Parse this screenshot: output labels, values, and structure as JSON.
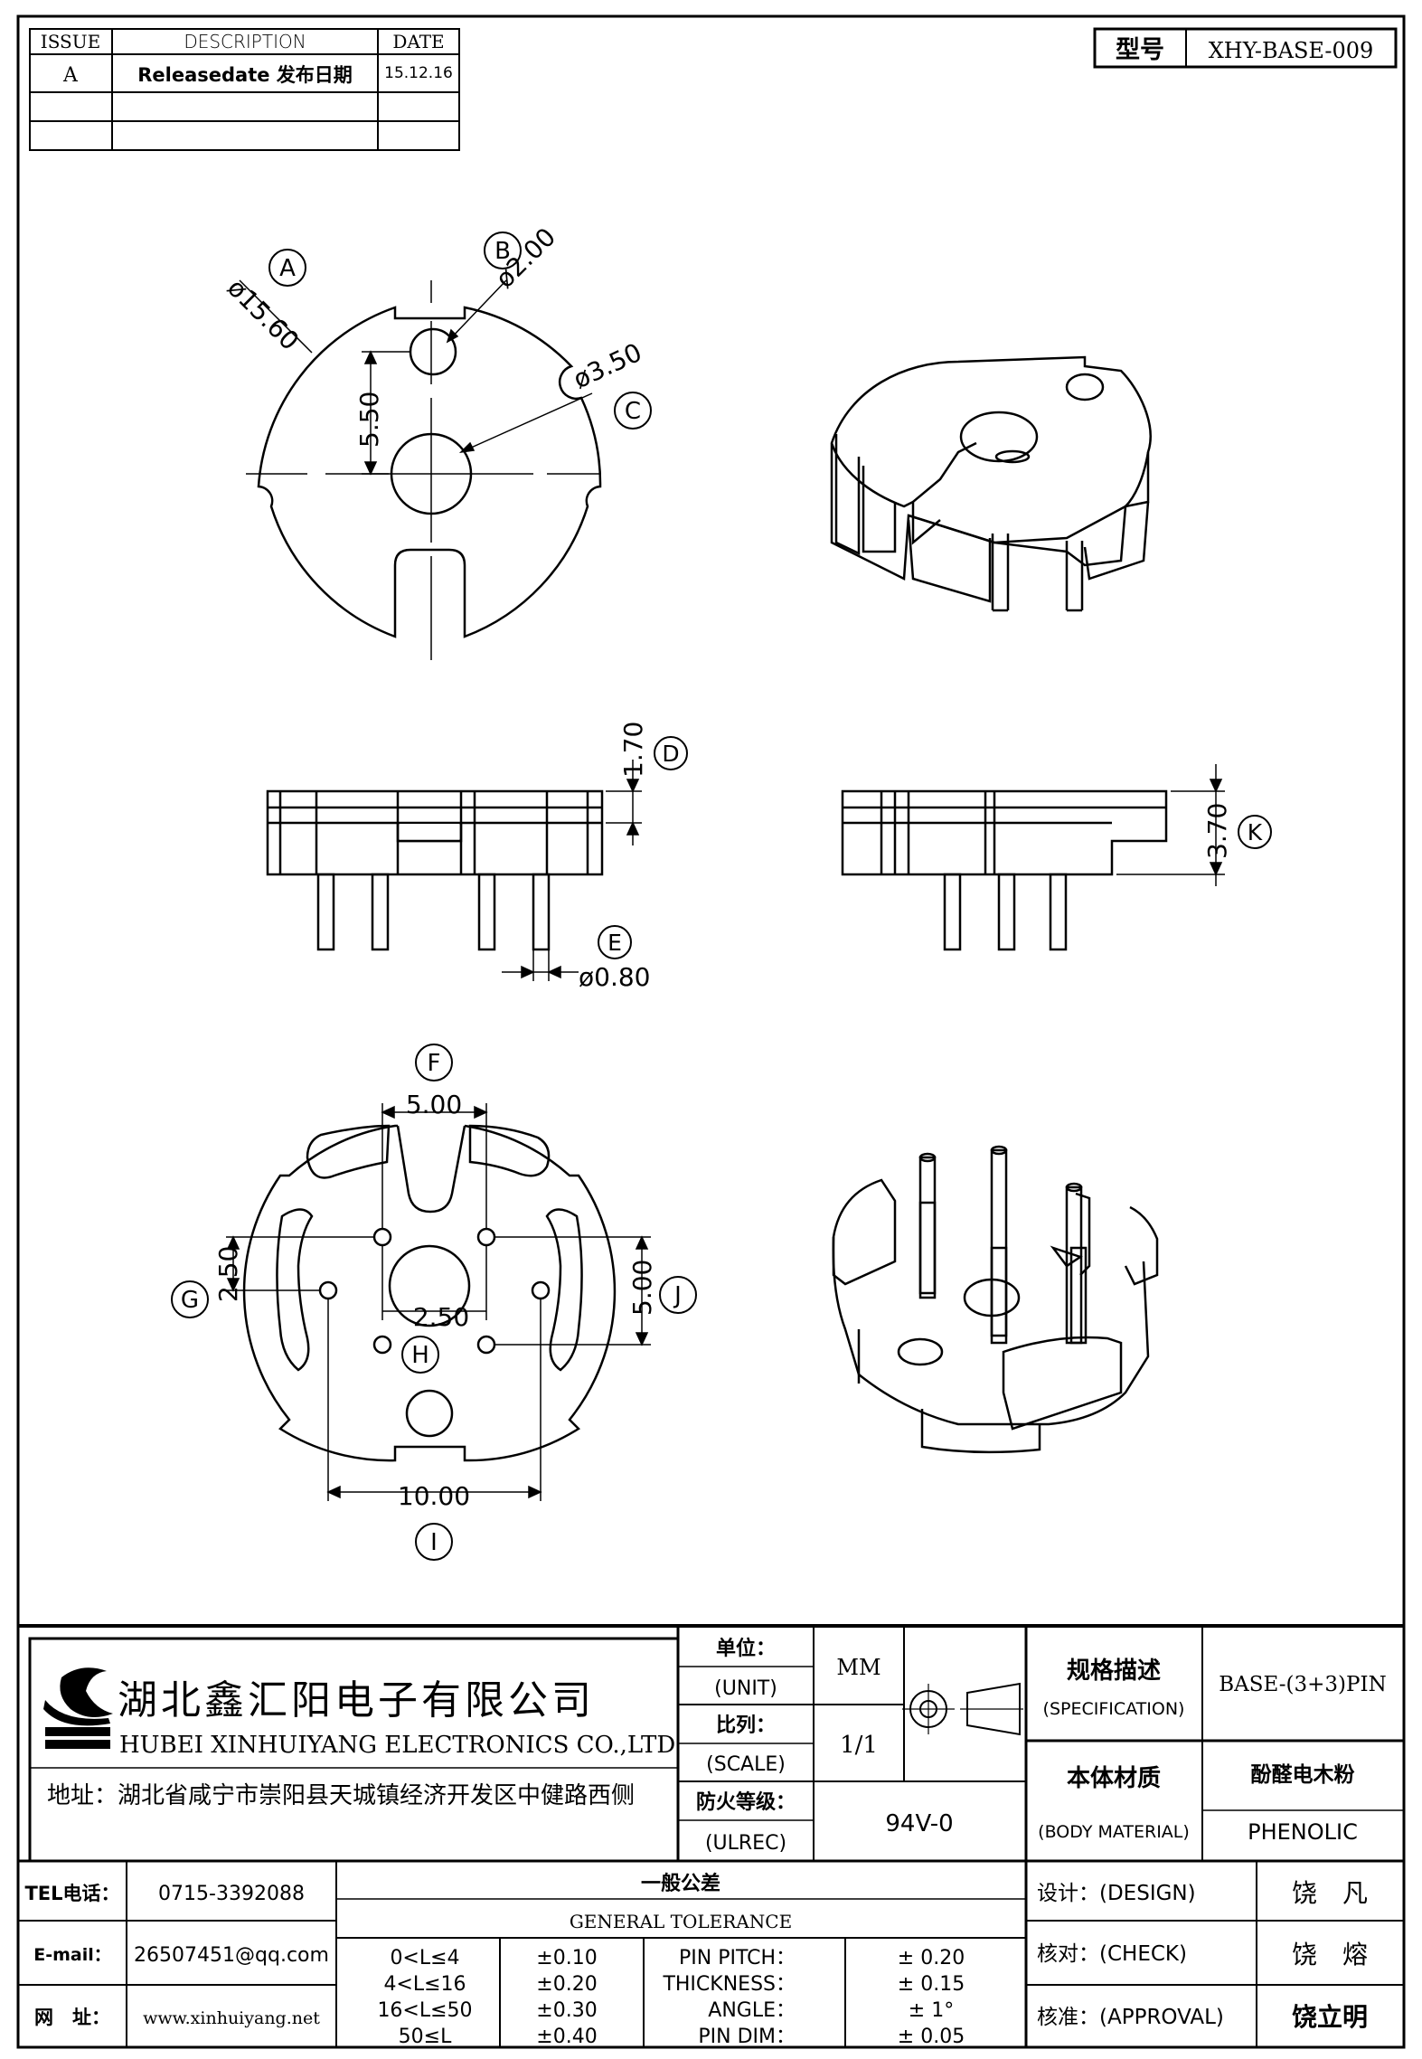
{
  "revision": {
    "headers": [
      "ISSUE",
      "DESCRIPTION",
      "DATE"
    ],
    "rows": [
      [
        "A",
        "Releasedate 发布日期",
        "15.12.16"
      ],
      [
        "",
        "",
        ""
      ],
      [
        "",
        "",
        ""
      ]
    ]
  },
  "model": {
    "label": "型号",
    "value": "XHY-BASE-009"
  },
  "views": {
    "top": {
      "callouts": [
        "A",
        "B",
        "C"
      ],
      "dims": [
        "ø15.60",
        "ø2.00",
        "ø3.50",
        "5.50"
      ]
    },
    "side": {
      "callouts": [
        "D",
        "E",
        "K"
      ],
      "dims": [
        "1.70",
        "ø0.80",
        "3.70"
      ]
    },
    "bottom": {
      "callouts": [
        "F",
        "G",
        "H",
        "I",
        "J"
      ],
      "dims": [
        "5.00",
        "2.50",
        "2.50",
        "5.00",
        "10.00"
      ]
    }
  },
  "company": {
    "name_cn": "湖北鑫汇阳电子有限公司",
    "name_en": "HUBEI XINHUIYANG ELECTRONICS CO.,LTD",
    "address": "地址：湖北省咸宁市崇阳县天城镇经济开发区中健路西侧",
    "tel_label": "TEL电话：",
    "tel": "0715-3392088",
    "email_label": "E-mail：",
    "email": "26507451@qq.com",
    "web_label": "网　址：",
    "web": "www.xinhuiyang.net"
  },
  "titleblock": {
    "unit_cn": "单位：",
    "unit_en": "(UNIT)",
    "unit_value": "MM",
    "scale_cn": "比列：",
    "scale_en": "(SCALE)",
    "scale_value": "1/1",
    "fire_cn": "防火等级：",
    "fire_en": "(ULREC)",
    "fire_value": "94V-0",
    "spec_cn": "规格描述",
    "spec_en": "(SPECIFICATION)",
    "spec_value": "BASE-(3+3)PIN",
    "material_cn": "本体材质",
    "material_en": "(BODY MATERIAL)",
    "material_value_cn": "酚醛电木粉",
    "material_value_en": "PHENOLIC",
    "design_label": "设计：(DESIGN)",
    "design_name": "饶　凡",
    "check_label": "核对：(CHECK)",
    "check_name": "饶　熔",
    "approval_label": "核准：(APPROVAL)",
    "approval_name": "饶立明"
  },
  "tolerance": {
    "title_cn": "一般公差",
    "title_en": "GENERAL TOLERANCE",
    "rows": [
      [
        "0<L≤4",
        "±0.10",
        "PIN PITCH：",
        "±  0.20"
      ],
      [
        "4<L≤16",
        "±0.20",
        "THICKNESS：",
        "±  0.15"
      ],
      [
        "16<L≤50",
        "±0.30",
        "ANGLE：",
        "±  1°"
      ],
      [
        "50≤L",
        "±0.40",
        "PIN DIM：",
        "±  0.05"
      ]
    ]
  }
}
